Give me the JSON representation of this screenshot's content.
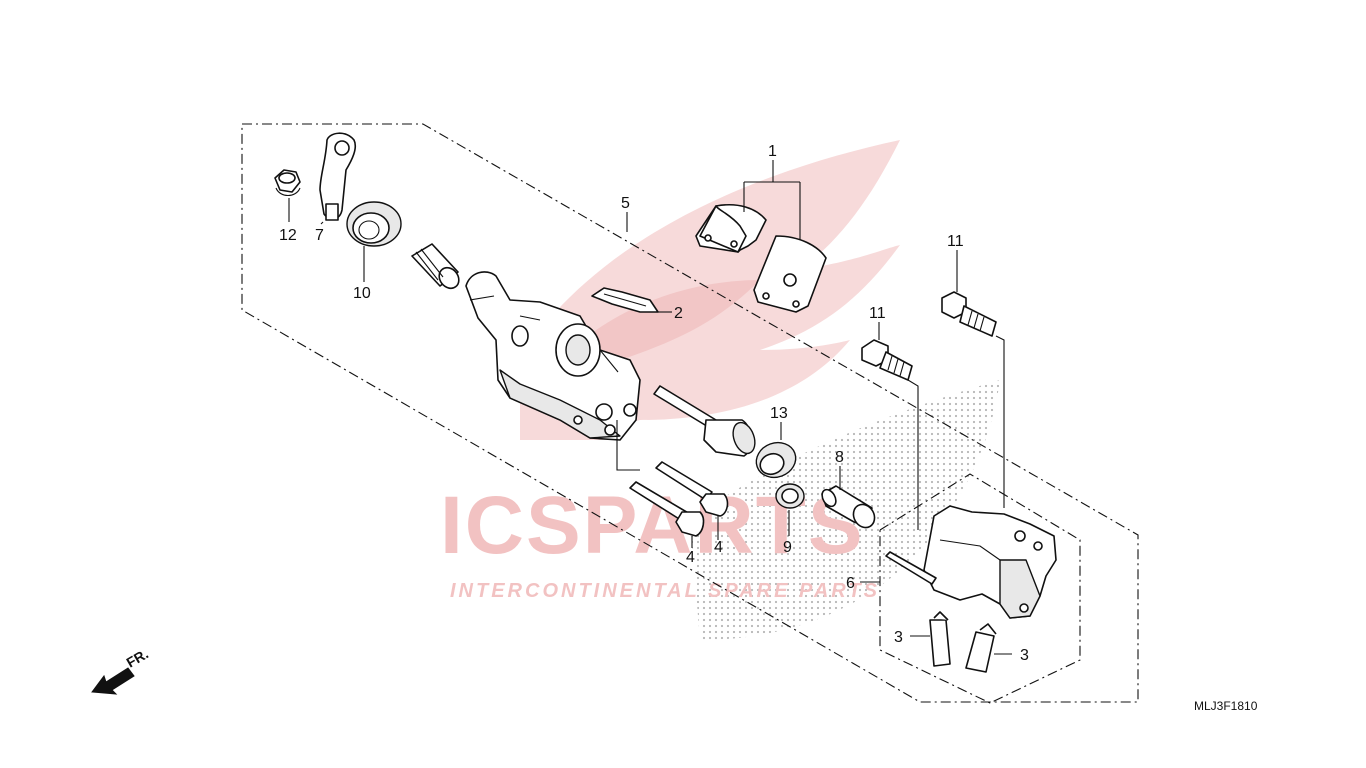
{
  "callouts": {
    "c1": "1",
    "c2": "2",
    "c3a": "3",
    "c3b": "3",
    "c4a": "4",
    "c4b": "4",
    "c5": "5",
    "c6": "6",
    "c7": "7",
    "c8": "8",
    "c9": "9",
    "c10": "10",
    "c11a": "11",
    "c11b": "11",
    "c12": "12",
    "c13": "13"
  },
  "direction_label": "FR.",
  "diagram_code": "MLJ3F1810",
  "watermark": {
    "brand": "ICSPARTS",
    "tagline": "INTERCONTINENTAL SPARE PARTS",
    "color": "#e03030"
  }
}
